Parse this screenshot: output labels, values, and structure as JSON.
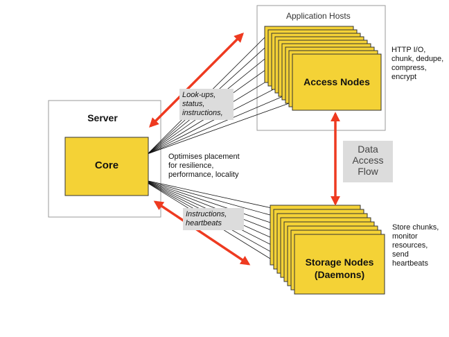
{
  "colors": {
    "node_fill": "#f4d236",
    "node_stroke": "#333333",
    "frame_stroke": "#9a9a9a",
    "arrow": "#ee3a20",
    "note_bg": "#dcdcdc"
  },
  "server": {
    "title": "Server",
    "core_label": "Core"
  },
  "application_hosts": {
    "title": "Application Hosts",
    "node_label": "Access Nodes",
    "duties": [
      "HTTP I/O,",
      "chunk, dedupe,",
      "compress,",
      "encrypt"
    ]
  },
  "storage": {
    "node_label_line1": "Storage Nodes",
    "node_label_line2": "(Daemons)",
    "duties": [
      "Store chunks,",
      "monitor",
      "resources,",
      "send",
      "heartbeats"
    ]
  },
  "core_to_access_note": [
    "Look-ups,",
    "status,",
    "instructions,"
  ],
  "core_to_storage_note": [
    "Instructions,",
    "heartbeats"
  ],
  "placement_note": [
    "Optimises placement",
    "for resilience,",
    "performance, locality"
  ],
  "data_access_flow": [
    "Data",
    "Access",
    "Flow"
  ]
}
